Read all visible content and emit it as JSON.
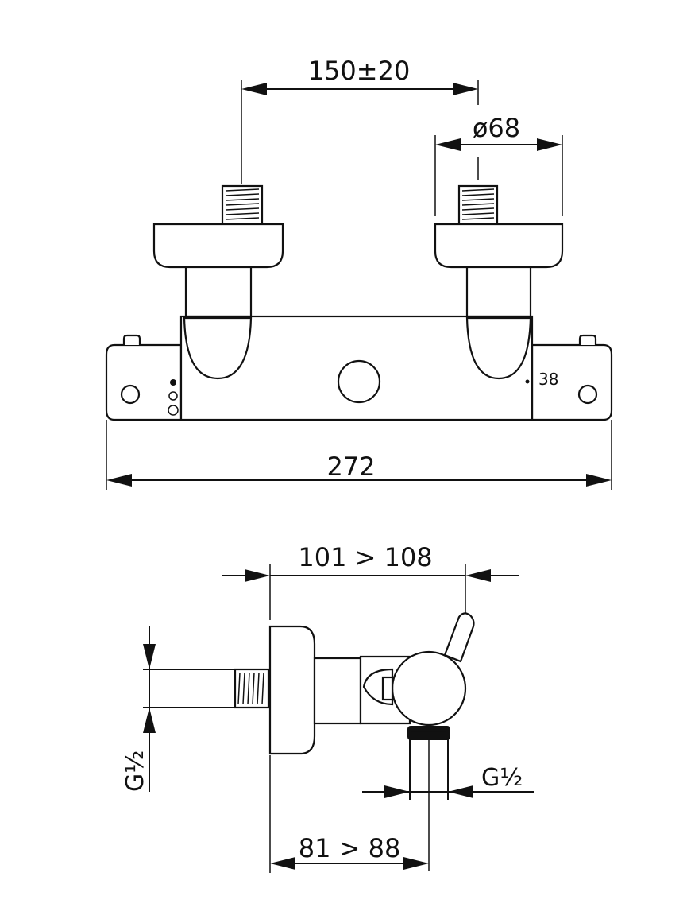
{
  "front_view": {
    "dim_center_distance": "150±20",
    "dim_rosette_diameter": "ø68",
    "dim_total_width": "272",
    "dim_small_label": "38"
  },
  "side_view": {
    "dim_projection": "101 > 108",
    "dim_outlet_position": "81 > 88",
    "dim_inlet_thread": "G½",
    "dim_outlet_thread": "G½"
  },
  "colors": {
    "line": "#111111",
    "background": "#ffffff"
  }
}
